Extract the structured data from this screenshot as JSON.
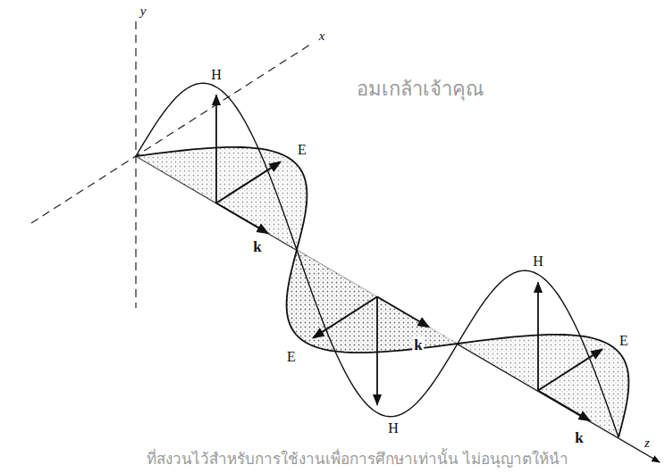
{
  "diagram": {
    "labels": [
      "y",
      "x",
      "H",
      "E",
      "k",
      "H",
      "E",
      "k",
      "H",
      "E",
      "k",
      "z",
      "อมเกล้าเจ้าคุณ",
      "ที่สงวนไว้สำหรับการใช้งานเพื่อการศึกษาเท่านั้น ไม่อนุญาตให้นำ"
    ]
  }
}
